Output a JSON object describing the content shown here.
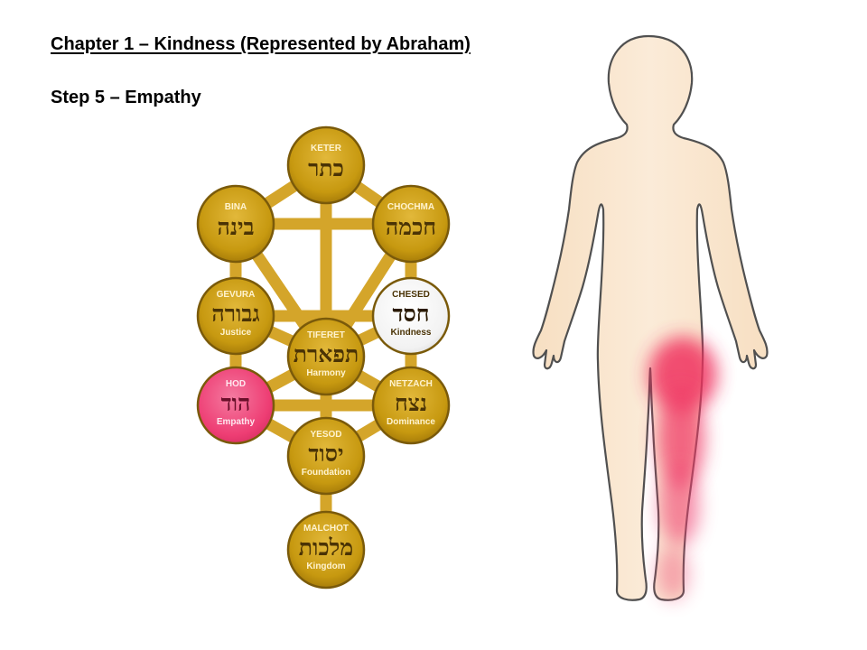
{
  "header": {
    "title": "Chapter 1 – Kindness (Represented by Abraham)",
    "subtitle": "Step 5 – Empathy"
  },
  "colors": {
    "gold": "#C99A0E",
    "gold_dark": "#7A5A0A",
    "connector": "#D4A52A",
    "text_dark": "#4A3305",
    "highlight_white": "#F4F4F4",
    "highlight_pink": "#F03A72",
    "body_skin": "#F8E4CC",
    "body_outline": "#4A4A4A",
    "glow": "#F0305E"
  },
  "sefirot": [
    {
      "id": "keter",
      "name": "KETER",
      "hebrew": "כתר",
      "meaning": "",
      "state": "normal"
    },
    {
      "id": "bina",
      "name": "BINA",
      "hebrew": "בינה",
      "meaning": "",
      "state": "normal"
    },
    {
      "id": "chochma",
      "name": "CHOCHMA",
      "hebrew": "חכמה",
      "meaning": "",
      "state": "normal"
    },
    {
      "id": "gevura",
      "name": "GEVURA",
      "hebrew": "גבורה",
      "meaning": "Justice",
      "state": "normal"
    },
    {
      "id": "chesed",
      "name": "CHESED",
      "hebrew": "חסד",
      "meaning": "Kindness",
      "state": "white"
    },
    {
      "id": "tiferet",
      "name": "TIFERET",
      "hebrew": "תפארת",
      "meaning": "Harmony",
      "state": "normal"
    },
    {
      "id": "hod",
      "name": "HOD",
      "hebrew": "הוד",
      "meaning": "Empathy",
      "state": "pink"
    },
    {
      "id": "netzach",
      "name": "NETZACH",
      "hebrew": "נצח",
      "meaning": "Dominance",
      "state": "normal"
    },
    {
      "id": "yesod",
      "name": "YESOD",
      "hebrew": "יסוד",
      "meaning": "Foundation",
      "state": "normal"
    },
    {
      "id": "malchot",
      "name": "MALCHOT",
      "hebrew": "מלכות",
      "meaning": "Kingdom",
      "state": "normal"
    }
  ],
  "paths": [
    [
      "keter",
      "bina"
    ],
    [
      "keter",
      "chochma"
    ],
    [
      "keter",
      "tiferet"
    ],
    [
      "bina",
      "chochma"
    ],
    [
      "bina",
      "gevura"
    ],
    [
      "chochma",
      "chesed"
    ],
    [
      "bina",
      "tiferet"
    ],
    [
      "chochma",
      "tiferet"
    ],
    [
      "gevura",
      "chesed"
    ],
    [
      "gevura",
      "tiferet"
    ],
    [
      "chesed",
      "tiferet"
    ],
    [
      "gevura",
      "hod"
    ],
    [
      "chesed",
      "netzach"
    ],
    [
      "tiferet",
      "hod"
    ],
    [
      "tiferet",
      "netzach"
    ],
    [
      "hod",
      "netzach"
    ],
    [
      "tiferet",
      "yesod"
    ],
    [
      "hod",
      "yesod"
    ],
    [
      "netzach",
      "yesod"
    ],
    [
      "yesod",
      "malchot"
    ]
  ],
  "body_highlight": {
    "region": "left-leg",
    "label": ""
  }
}
